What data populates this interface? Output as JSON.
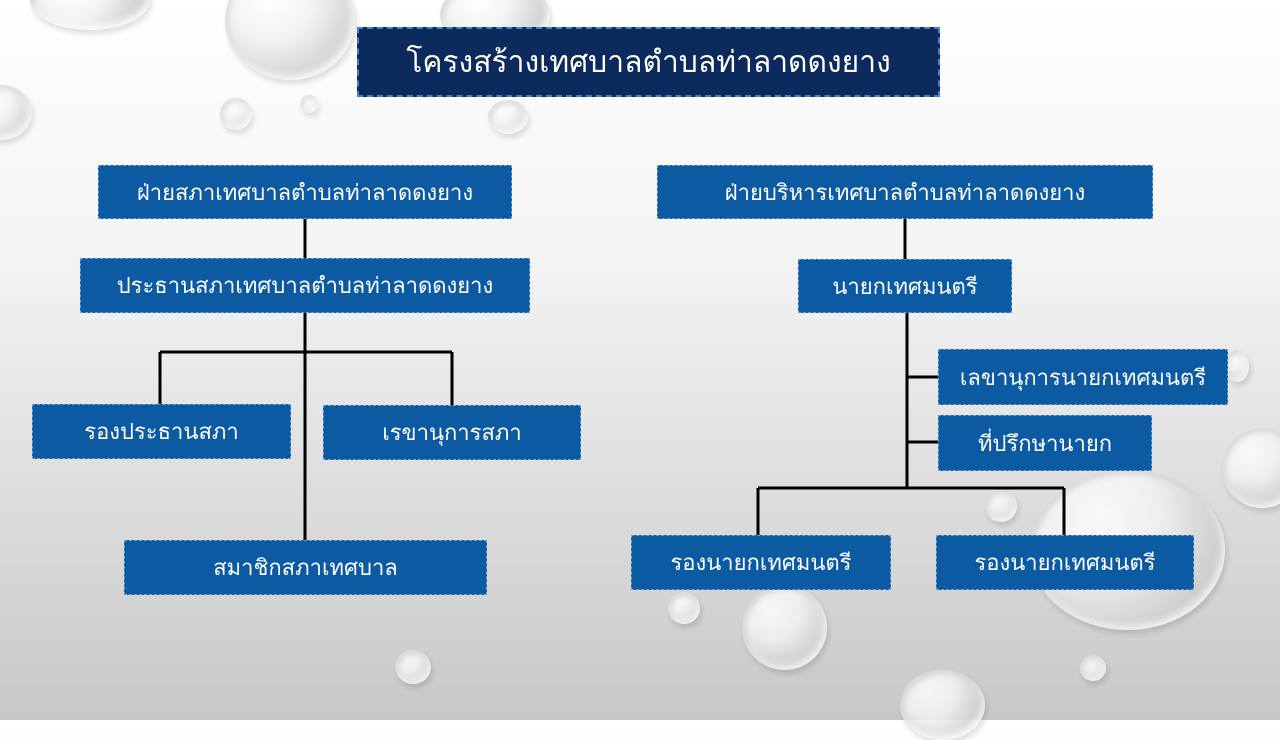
{
  "title": "โครงสร้างเทศบาลตำบลท่าลาดดงยาง",
  "council": {
    "header": "ฝ่ายสภาเทศบาลตำบลท่าลาดดงยาง",
    "president": "ประธานสภาเทศบาลตำบลท่าลาดดงยาง",
    "vice_president": "รองประธานสภา",
    "secretary": "เรขานุการสภา",
    "members": "สมาชิกสภาเทศบาล"
  },
  "executive": {
    "header": "ฝ่ายบริหารเทศบาลตำบลท่าลาดดงยาง",
    "mayor": "นายกเทศมนตรี",
    "mayor_secretary": "เลขานุการนายกเทศมนตรี",
    "advisor": "ที่ปรึกษานายก",
    "deputy_mayor_1": "รองนายกเทศมนตรี",
    "deputy_mayor_2": "รองนายกเทศมนตรี"
  },
  "colors": {
    "box_fill": "#0b5aa2",
    "title_fill": "#0c2a5c",
    "connector": "#000000",
    "text": "#ffffff"
  }
}
